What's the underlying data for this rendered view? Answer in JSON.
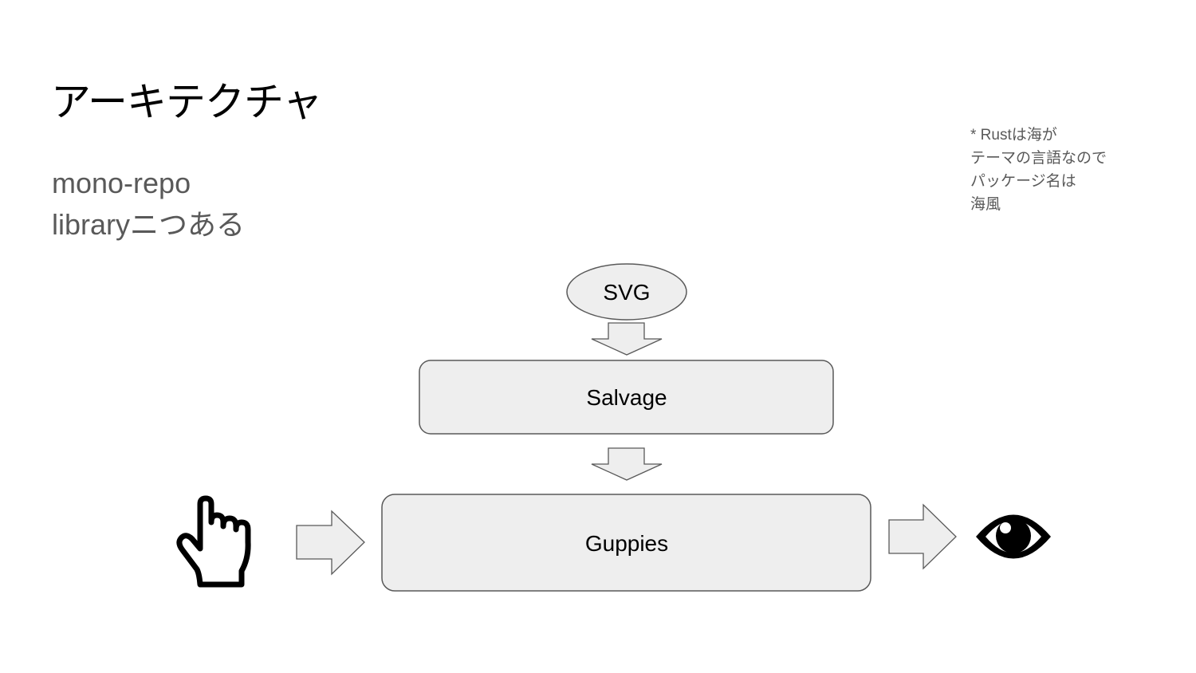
{
  "slide": {
    "title": "アーキテクチャ",
    "bullets": [
      "mono-repo",
      "libraryニつある"
    ],
    "note_lines": [
      "* Rustは海が",
      "テーマの言語なので",
      "パッケージ名は",
      "海風"
    ]
  },
  "diagram": {
    "nodes": {
      "svg": "SVG",
      "salvage": "Salvage",
      "guppies": "Guppies"
    },
    "icons": [
      "pointing-hand-icon",
      "eye-icon"
    ],
    "colors": {
      "node_fill": "#eeeeee",
      "node_stroke": "#595959",
      "arrow_fill": "#eeeeee",
      "icon": "#000000"
    }
  }
}
